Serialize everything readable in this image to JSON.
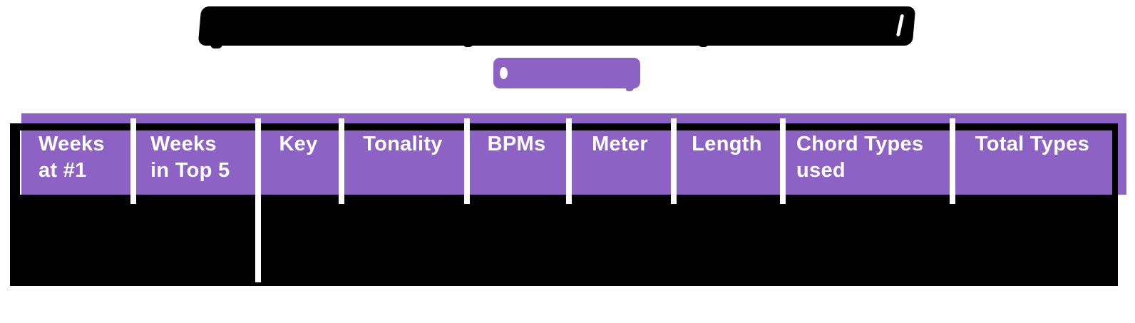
{
  "page": {
    "background": "#ffffff",
    "accent_purple": "#8c63c4",
    "frame_black": "#000000",
    "divider_white": "#ffffff"
  },
  "title": {
    "legible": false,
    "appearance": "solid black redacted bold-italic text bar ending with a ')' glyph",
    "color": "#000000"
  },
  "subtitle": {
    "legible": false,
    "appearance": "solid purple redacted text blob starting with a 'C' glyph",
    "color": "#8c63c4"
  },
  "table": {
    "header_bg": "#8c63c4",
    "header_text_color": "#ffffff",
    "body_bg": "#000000",
    "body_content": "redacted (solid black row)",
    "columns": [
      {
        "line1": "Weeks",
        "line2": "at #1"
      },
      {
        "line1": "Weeks",
        "line2": "in Top 5"
      },
      {
        "line1": "Key",
        "line2": ""
      },
      {
        "line1": "Tonality",
        "line2": ""
      },
      {
        "line1": "BPMs",
        "line2": ""
      },
      {
        "line1": "Meter",
        "line2": ""
      },
      {
        "line1": "Length",
        "line2": ""
      },
      {
        "line1": "Chord Types",
        "line2": "used"
      },
      {
        "line1": "Total Types",
        "line2": ""
      }
    ]
  }
}
